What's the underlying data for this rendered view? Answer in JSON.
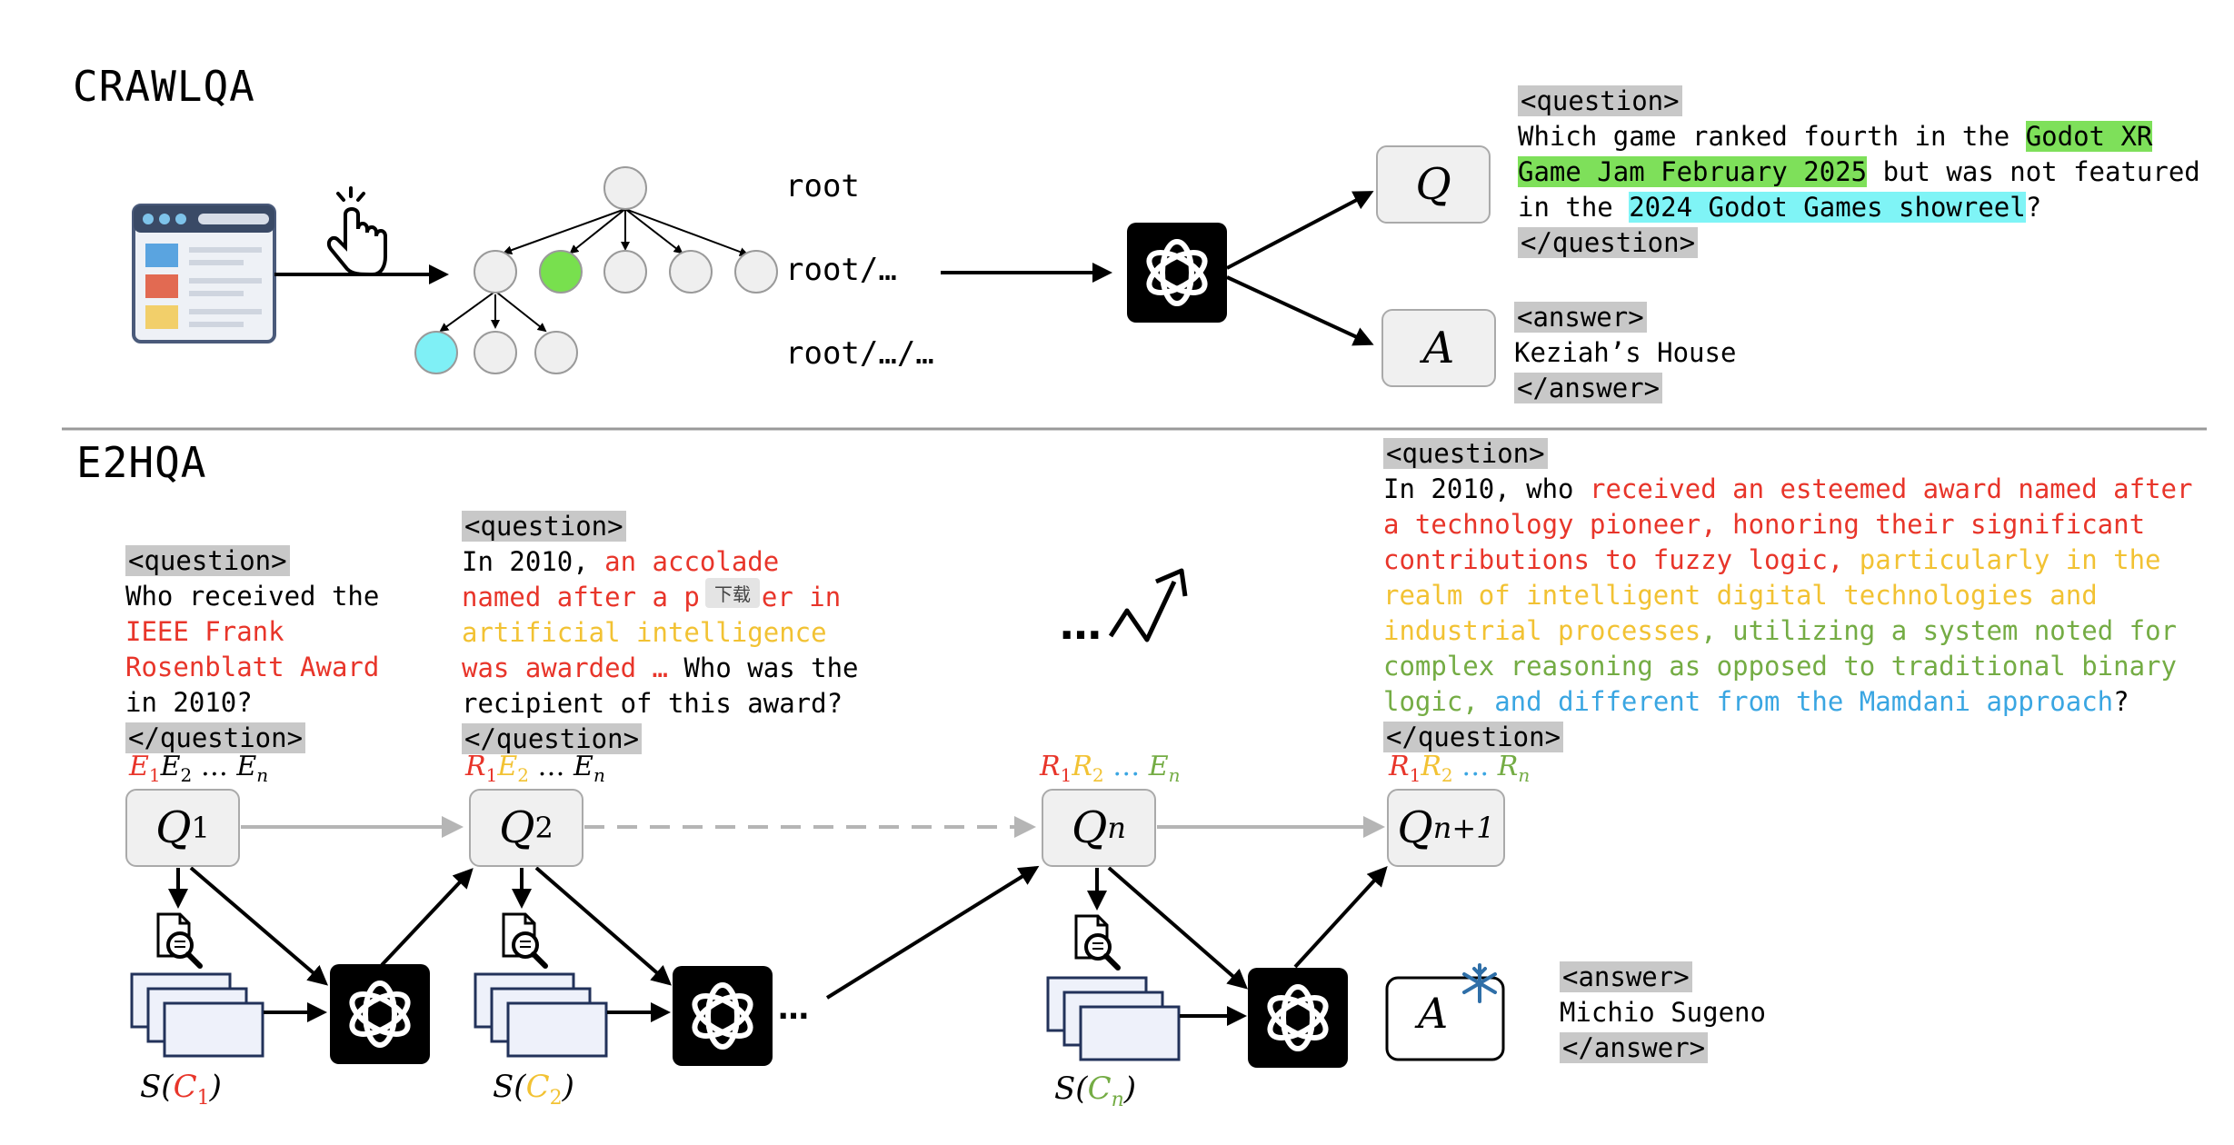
{
  "crawlqa": {
    "title": "CRAWLQA",
    "tree_labels": [
      "root",
      "root/…",
      "root/…/…"
    ],
    "question": {
      "open_tag": "<question>",
      "line1_pre": "Which game ranked fourth in the ",
      "line1_hl": "Godot XR ",
      "line2_hl": "Game Jam February 2025",
      "line2_post": " but was not featured",
      "line3_pre": "in the ",
      "line3_hl": "2024 Godot Games showreel",
      "line3_post": "?",
      "close_tag": "</question>"
    },
    "answer": {
      "open_tag": "<answer>",
      "text": "Keziah’s House",
      "close_tag": "</answer>"
    },
    "q_box": "Q",
    "a_box": "A",
    "colors": {
      "green": "#7ee05a",
      "cyan": "#7ff4f6"
    }
  },
  "e2hqa": {
    "title": "E2HQA",
    "q1": {
      "open_tag": "<question>",
      "l1": "Who received the",
      "l2": "IEEE Frank",
      "l3": "Rosenblatt Award",
      "l4": "in 2010?",
      "close_tag": "</question>"
    },
    "q2": {
      "open_tag": "<question>",
      "l1_pre": "In 2010, ",
      "l1_red": "an accolade",
      "l2_red_a": "named after a p",
      "l2_red_b": "er in",
      "l3_yellow": "artificial intelligence",
      "l4_red": "was awarded …",
      "l4_post": " Who was the",
      "l5": "recipient of this award?",
      "close_tag": "</question>",
      "tooltip": "下载"
    },
    "qn1": {
      "open_tag": "<question>",
      "l1_pre": "In 2010, who ",
      "l1_red": "received an esteemed award named after",
      "l2_red": "a technology pioneer, honoring their significant",
      "l3_red": "contributions to fuzzy logic,",
      "l3_yellow": " particularly in the",
      "l4_yellow": "realm of intelligent digital technologies and",
      "l5_yellow": "industrial processes",
      "l5_green": ", utilizing a system noted for",
      "l6_green": "complex reasoning as opposed to traditional binary",
      "l7_green": "logic,",
      "l7_blue": " and different from the Mamdani approach",
      "l7_post": "?",
      "close_tag": "</question>"
    },
    "answer": {
      "open_tag": "<answer>",
      "text": "Michio Sugeno",
      "close_tag": "</answer>"
    },
    "boxes": {
      "q1": "Q",
      "q1_sub": "1",
      "q2": "Q",
      "q2_sub": "2",
      "qn": "Q",
      "qn_sub": "n",
      "qn1": "Q",
      "qn1_sub": "n+1",
      "a": "A"
    },
    "entity_labels": {
      "q1": [
        "E",
        "1",
        "E",
        "2",
        " … ",
        "E",
        "n"
      ],
      "q2": [
        "R",
        "1",
        "E",
        "2",
        " … ",
        "E",
        "n"
      ],
      "qn": [
        "R",
        "1",
        "R",
        "2",
        " … ",
        "E",
        "n"
      ],
      "qn1": [
        "R",
        "1",
        "R",
        "2",
        " … ",
        "R",
        "n"
      ]
    },
    "source_labels": {
      "s1": [
        "S(",
        "C",
        "1",
        ")"
      ],
      "s2": [
        "S(",
        "C",
        "2",
        ")"
      ],
      "sn": [
        "S(",
        "C",
        "n",
        ")"
      ]
    },
    "ellipsis": "…",
    "colors": {
      "red": "#e8352a",
      "yellow": "#f2c233",
      "green": "#74ac44",
      "blue": "#3aa6e2"
    }
  }
}
